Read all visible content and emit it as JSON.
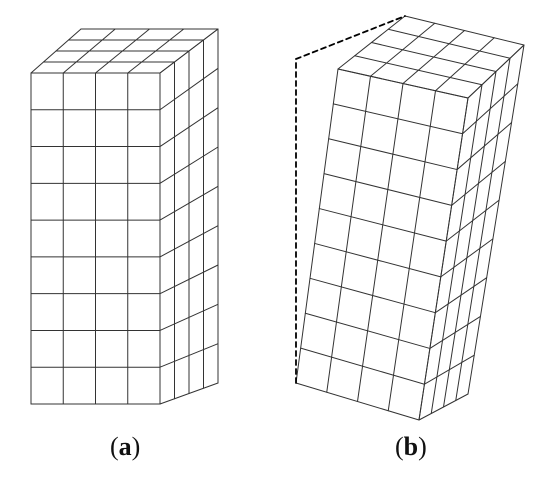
{
  "figures": [
    {
      "id": "a",
      "caption": {
        "open": "(",
        "letter": "a",
        "close": ")"
      },
      "mesh": {
        "columns": 4,
        "depth_columns": 4,
        "rows": 9,
        "deformed": false
      }
    },
    {
      "id": "b",
      "caption": {
        "open": "(",
        "letter": "b",
        "close": ")"
      },
      "mesh": {
        "columns": 4,
        "depth_columns": 4,
        "rows": 9,
        "deformed": true,
        "shows_undeformed_outline": true
      }
    }
  ],
  "colors": {
    "mesh_line": "#333333",
    "outline": "#000000",
    "background": "#ffffff"
  }
}
